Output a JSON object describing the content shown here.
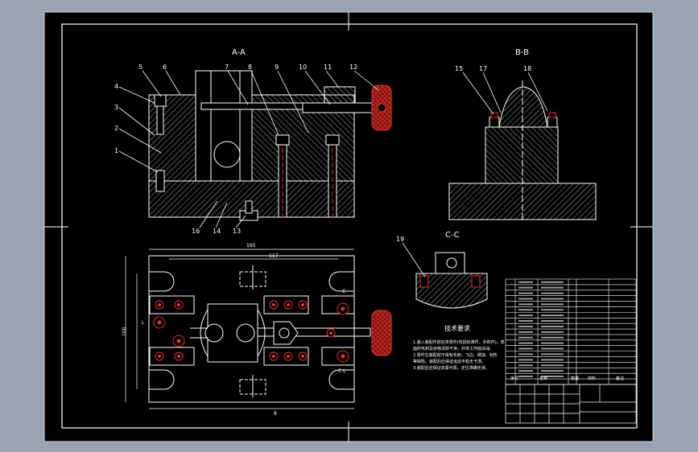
{
  "theme": {
    "outer_bg": "#9aa3b1",
    "sheet_bg": "#000000",
    "line": "#ffffff",
    "hatch": "#bdbdbd",
    "accent": "#e0352b",
    "grip": "#b02020"
  },
  "views": {
    "aa_title": "A-A",
    "bb_title": "B-B",
    "cc_title": "C-C"
  },
  "balloons": {
    "aa": [
      "5",
      "6",
      "7",
      "8",
      "9",
      "10",
      "11",
      "12",
      "4",
      "3",
      "2",
      "1",
      "16",
      "14",
      "13"
    ],
    "bb": [
      "15",
      "17",
      "18"
    ],
    "cc": [
      "19"
    ]
  },
  "tech": {
    "heading": "技术要求",
    "lines": [
      "1.装入装配件前应将零件(包括标准件、外购件)，表",
      "面的毛刺及杂物清除干净，并将工作面涂油。",
      "2.零件在装配前不得有毛刺、飞边、锈蚀、划伤",
      "等缺陷，装配后应保证运动平稳无卡滞。",
      "3.装配后应保证夹紧可靠，定位准确无误。"
    ]
  },
  "dims": {
    "top_w": "165",
    "inner_w": "117",
    "left_h": "100",
    "bottom": "8",
    "ref_l": "L",
    "ref_cl": "C L",
    "ref_c": "C"
  },
  "table": {
    "header_labels": [
      "序号",
      "名称",
      "数量",
      "材料",
      "备注"
    ]
  }
}
